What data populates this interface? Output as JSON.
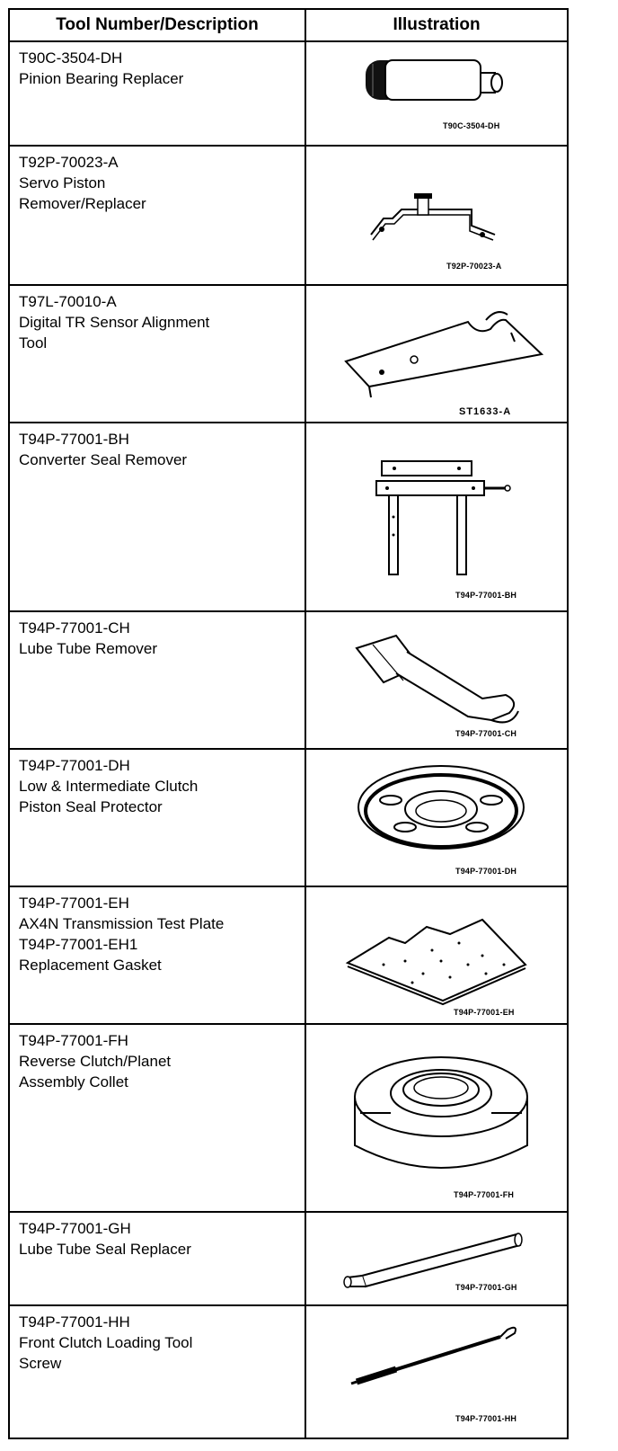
{
  "header": {
    "col1": "Tool Number/Description",
    "col2": "Illustration"
  },
  "tools": [
    {
      "lines": [
        "T90C-3504-DH",
        "Pinion Bearing Replacer"
      ],
      "caption": "T90C-3504-DH",
      "icon": "pinion-bearing-replacer-drawing"
    },
    {
      "lines": [
        "T92P-70023-A",
        "Servo Piston",
        "Remover/Replacer"
      ],
      "caption": "T92P-70023-A",
      "icon": "servo-piston-remover-drawing"
    },
    {
      "lines": [
        "T97L-70010-A",
        "Digital TR Sensor Alignment",
        "Tool"
      ],
      "caption": "ST1633-A",
      "icon": "tr-sensor-alignment-tool-drawing"
    },
    {
      "lines": [
        "T94P-77001-BH",
        "Converter Seal Remover"
      ],
      "caption": "T94P-77001-BH",
      "icon": "converter-seal-remover-drawing"
    },
    {
      "lines": [
        "T94P-77001-CH",
        "Lube Tube Remover"
      ],
      "caption": "T94P-77001-CH",
      "icon": "lube-tube-remover-drawing"
    },
    {
      "lines": [
        "T94P-77001-DH",
        "Low & Intermediate Clutch",
        "Piston Seal Protector"
      ],
      "caption": "T94P-77001-DH",
      "icon": "piston-seal-protector-drawing"
    },
    {
      "lines": [
        "T94P-77001-EH",
        "AX4N Transmission Test Plate",
        "T94P-77001-EH1",
        "Replacement Gasket"
      ],
      "caption": "T94P-77001-EH",
      "icon": "test-plate-drawing"
    },
    {
      "lines": [
        "T94P-77001-FH",
        "Reverse Clutch/Planet",
        "Assembly Collet"
      ],
      "caption": "T94P-77001-FH",
      "icon": "assembly-collet-drawing"
    },
    {
      "lines": [
        "T94P-77001-GH",
        "Lube Tube Seal Replacer"
      ],
      "caption": "T94P-77001-GH",
      "icon": "lube-tube-seal-replacer-drawing"
    },
    {
      "lines": [
        "T94P-77001-HH",
        "Front Clutch Loading Tool",
        "Screw"
      ],
      "caption": "T94P-77001-HH",
      "icon": "loading-tool-screw-drawing"
    }
  ]
}
